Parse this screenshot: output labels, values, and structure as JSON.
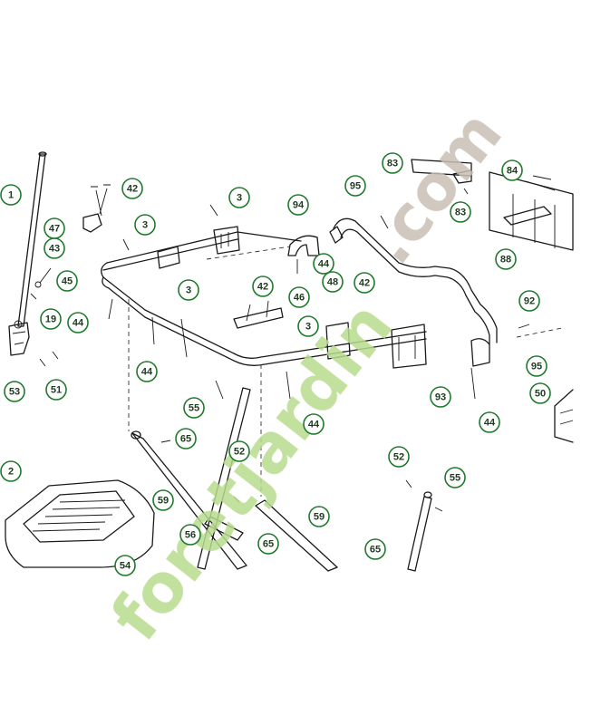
{
  "colors": {
    "callout_stroke": "#1f7a2c",
    "callout_text": "#1f3a1f",
    "highlight_fill": "#d8ea00",
    "watermark_green": "#b9dc8d",
    "watermark_gray": "#c9bfb4",
    "line": "#1a1a1a"
  },
  "highlighted_part": "94",
  "watermark": {
    "line1": "foretjardin",
    "line2": ".com"
  },
  "callouts": [
    "1",
    "2",
    "3",
    "3",
    "3",
    "3",
    "19",
    "42",
    "42",
    "42",
    "43",
    "44",
    "44",
    "44",
    "44",
    "44",
    "45",
    "46",
    "47",
    "48",
    "50",
    "51",
    "52",
    "52",
    "53",
    "54",
    "55",
    "55",
    "56",
    "59",
    "59",
    "65",
    "65",
    "65",
    "83",
    "83",
    "84",
    "88",
    "92",
    "93",
    "94",
    "95",
    "95"
  ]
}
